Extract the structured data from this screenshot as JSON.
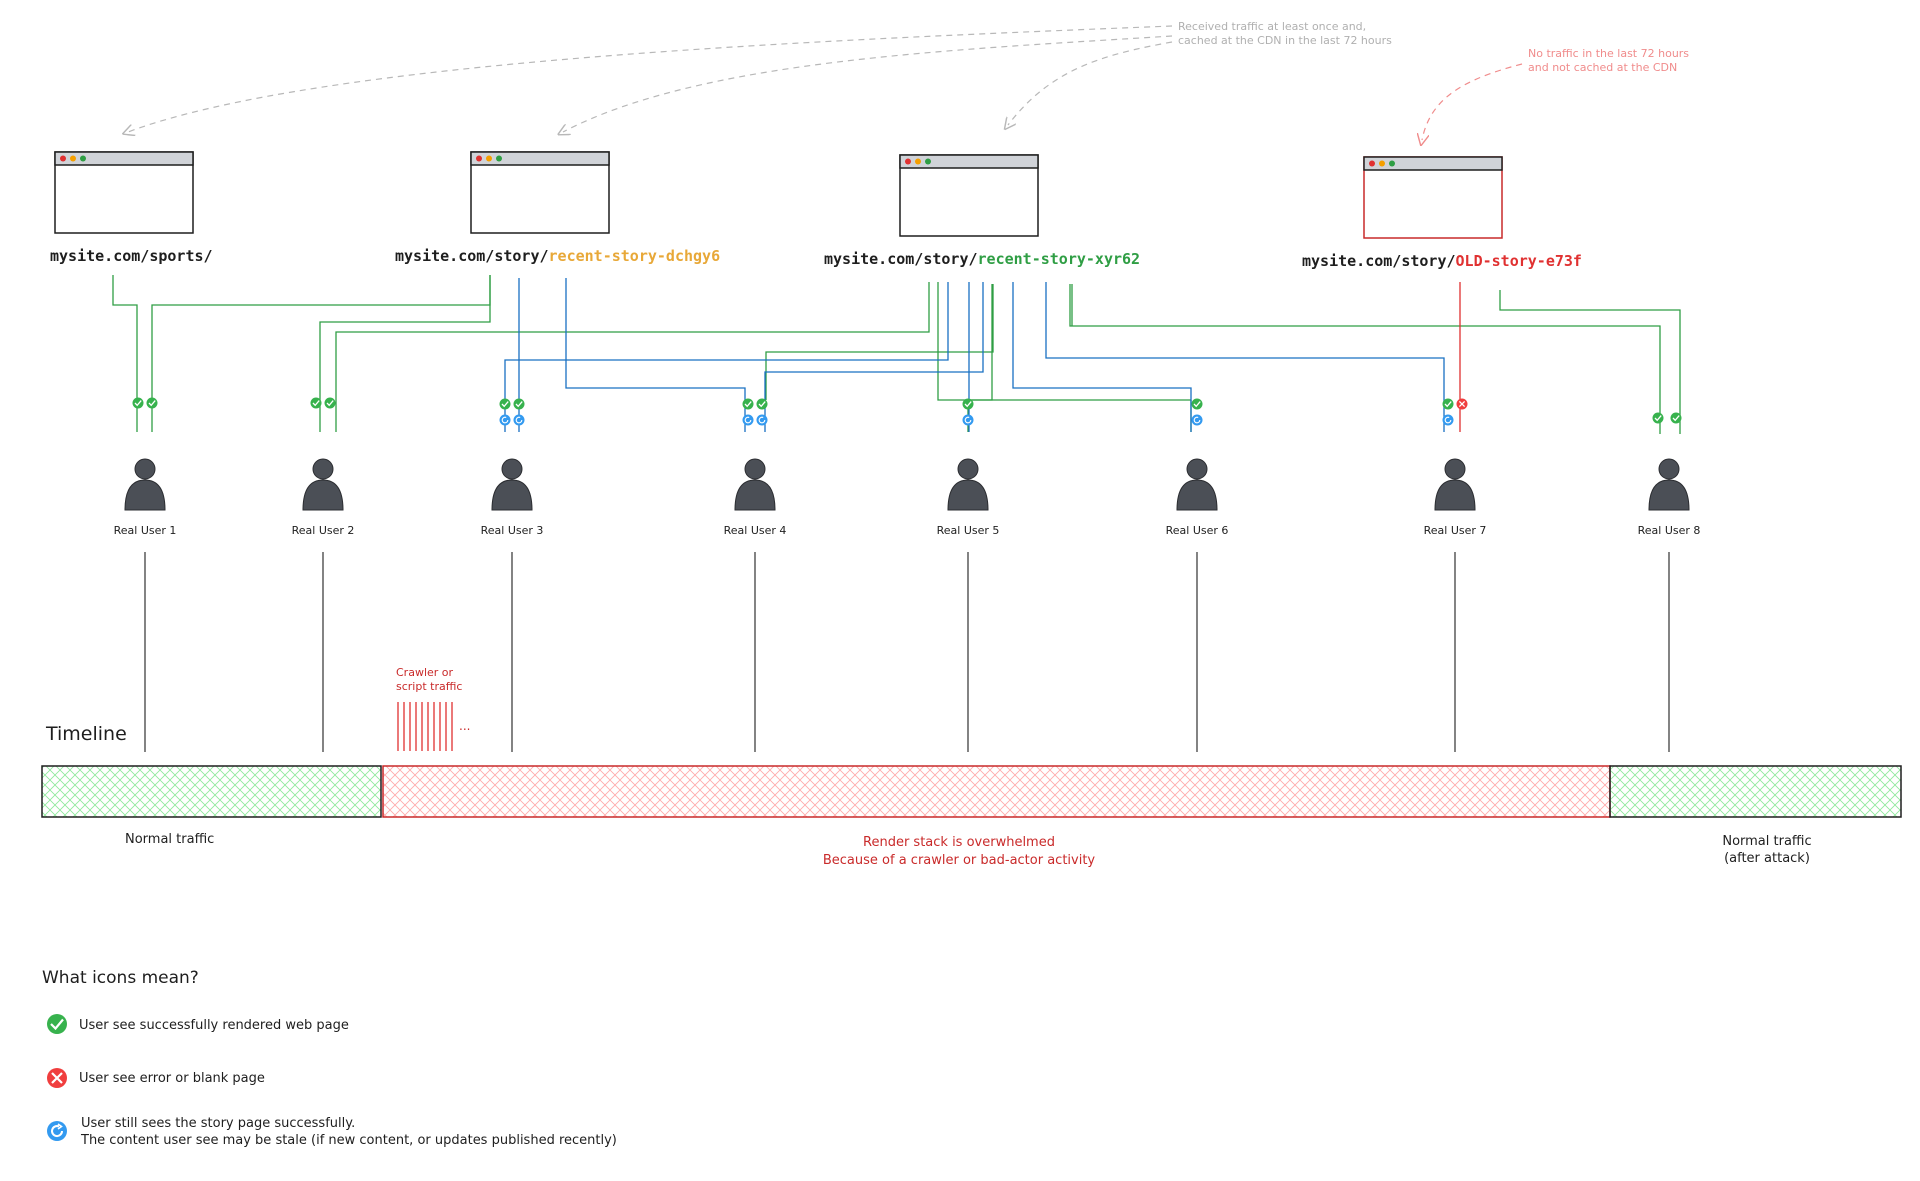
{
  "colors": {
    "green": "#2f9e44",
    "blue": "#1971c2",
    "red": "#e03131",
    "dark_red": "#c92a2a",
    "orange": "#e8a838",
    "teal": "#2f9e44",
    "user_gray": "#4b4f56",
    "annotation_gray": "#b8b8b8",
    "annotation_red": "#f08c8c"
  },
  "annotations": {
    "cached_line1": "Received traffic at least once and,",
    "cached_line2": "cached at the CDN in the last 72 hours",
    "not_cached_line1": "No traffic in the last 72 hours",
    "not_cached_line2": "and not cached at the CDN",
    "crawler_line1": "Crawler or",
    "crawler_line2": "script traffic",
    "crawler_ellipsis": "..."
  },
  "pages": [
    {
      "prefix": "mysite.com/sports/",
      "slug": "",
      "slug_color": ""
    },
    {
      "prefix": "mysite.com/story/",
      "slug": "recent-story-dchgy6",
      "slug_color": "orange"
    },
    {
      "prefix": "mysite.com/story/",
      "slug": "recent-story-xyr62",
      "slug_color": "teal"
    },
    {
      "prefix": "mysite.com/story/",
      "slug": "OLD-story-e73f",
      "slug_color": "red"
    }
  ],
  "users": [
    {
      "label": "Real User 1",
      "icons": [
        "success",
        "success"
      ]
    },
    {
      "label": "Real User 2",
      "icons": [
        "success",
        "success"
      ]
    },
    {
      "label": "Real User 3",
      "icons": [
        "success",
        "success",
        "stale",
        "stale"
      ]
    },
    {
      "label": "Real User 4",
      "icons": [
        "success",
        "success",
        "stale",
        "stale"
      ]
    },
    {
      "label": "Real User 5",
      "icons": [
        "success",
        "stale"
      ]
    },
    {
      "label": "Real User 6",
      "icons": [
        "success",
        "stale"
      ]
    },
    {
      "label": "Real User 7",
      "icons": [
        "success",
        "error",
        "stale"
      ]
    },
    {
      "label": "Real User 8",
      "icons": [
        "success",
        "success"
      ]
    }
  ],
  "timeline": {
    "title": "Timeline",
    "segments": [
      {
        "label": "Normal traffic",
        "state": "normal"
      },
      {
        "label": "Render stack is overwhelmed",
        "label2": "Because of a crawler or bad-actor activity",
        "state": "overwhelmed"
      },
      {
        "label": "Normal traffic",
        "label2": "(after attack)",
        "state": "normal"
      }
    ]
  },
  "legend": {
    "title": "What icons mean?",
    "items": [
      {
        "icon": "check-circle-icon",
        "text": "User see successfully rendered web page",
        "text2": ""
      },
      {
        "icon": "x-circle-icon",
        "text": "User see error or blank page",
        "text2": ""
      },
      {
        "icon": "refresh-circle-icon",
        "text": "User still sees the story page successfully.",
        "text2": "The content user see may be stale (if new content, or updates published recently)"
      }
    ]
  }
}
